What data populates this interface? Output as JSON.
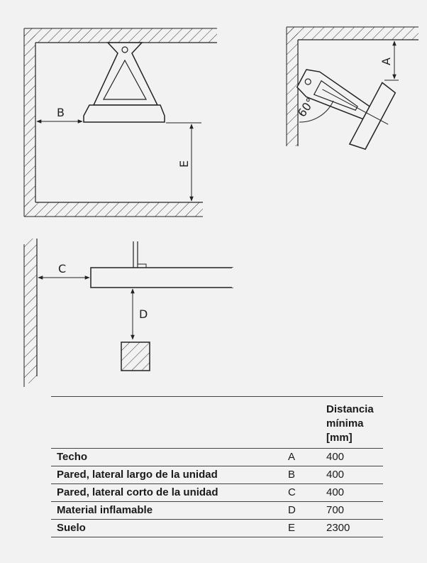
{
  "diagram": {
    "labels": {
      "a": "A",
      "b": "B",
      "c": "C",
      "d": "D",
      "e": "E",
      "angle": "60°"
    }
  },
  "table": {
    "header": {
      "element": "",
      "code": "",
      "distance_line1": "Distancia",
      "distance_line2": "mínima",
      "distance_line3": "[mm]"
    },
    "rows": [
      {
        "label": "Techo",
        "code": "A",
        "value": "400"
      },
      {
        "label": "Pared, lateral largo de la unidad",
        "code": "B",
        "value": "400"
      },
      {
        "label": "Pared, lateral corto de la unidad",
        "code": "C",
        "value": "400"
      },
      {
        "label": "Material inflamable",
        "code": "D",
        "value": "700"
      },
      {
        "label": "Suelo",
        "code": "E",
        "value": "2300"
      }
    ]
  }
}
